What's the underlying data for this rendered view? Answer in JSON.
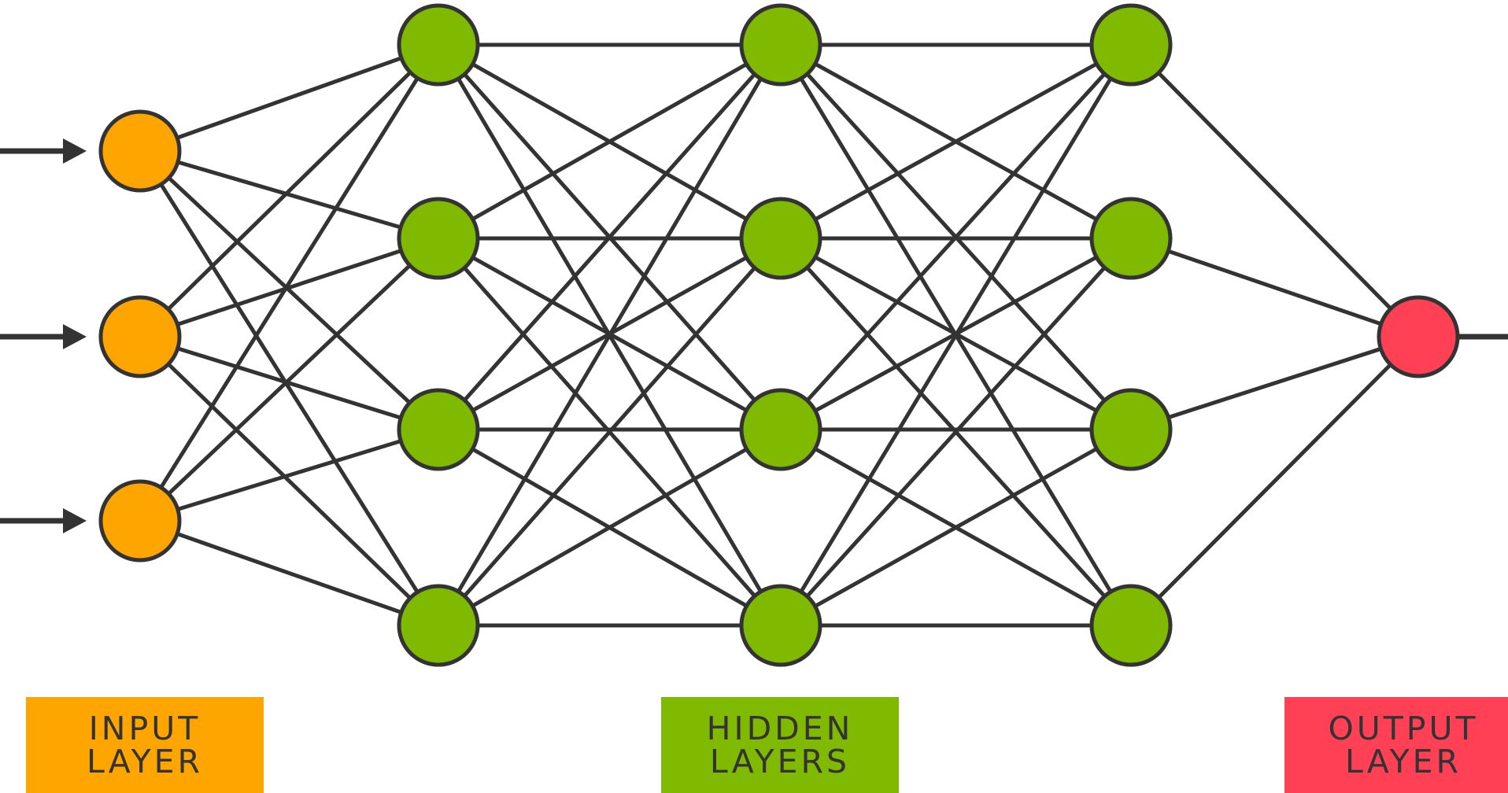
{
  "colors": {
    "input": "#FFA500",
    "hidden": "#7FBA00",
    "output": "#FF4055",
    "stroke": "#333333",
    "background": "#FFFFFF"
  },
  "network": {
    "layers": [
      {
        "role": "input",
        "nodes": 3
      },
      {
        "role": "hidden",
        "nodes": 4
      },
      {
        "role": "hidden",
        "nodes": 4
      },
      {
        "role": "hidden",
        "nodes": 4
      },
      {
        "role": "output",
        "nodes": 1
      }
    ],
    "incoming_arrows": 3,
    "outgoing_line": true,
    "fully_connected": true
  },
  "legend": {
    "input": {
      "line1": "INPUT",
      "line2": "LAYER"
    },
    "hidden": {
      "line1": "HIDDEN",
      "line2": "LAYERS"
    },
    "output": {
      "line1": "OUTPUT",
      "line2": "LAYER"
    }
  }
}
